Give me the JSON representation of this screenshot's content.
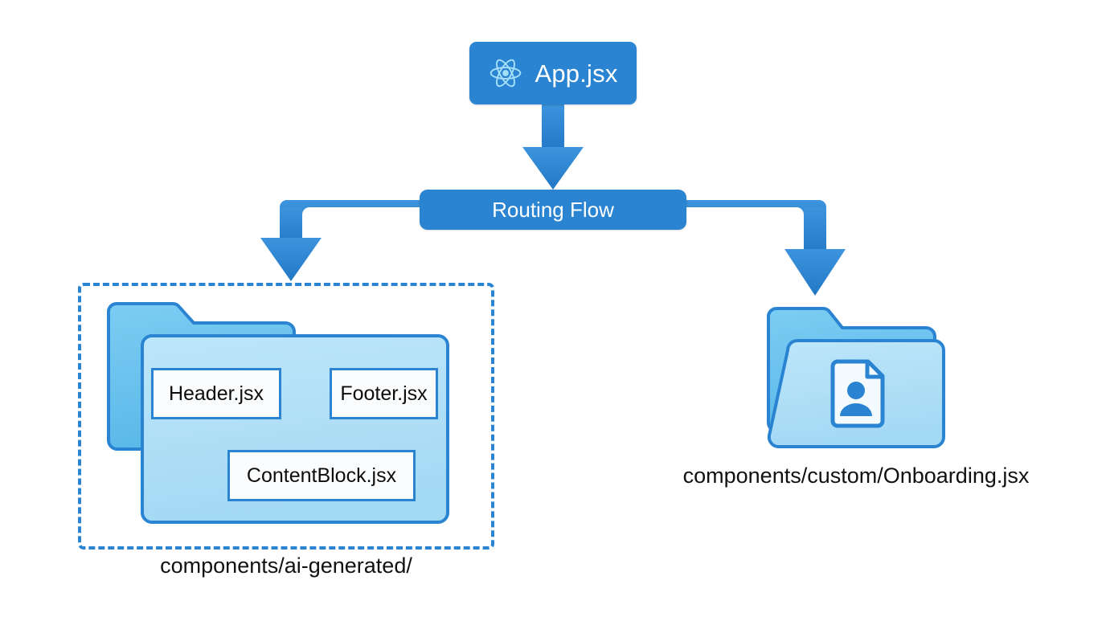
{
  "diagram": {
    "title": "React component architecture / routing flow",
    "background_color": "#ffffff",
    "colors": {
      "node_blue": "#2a84d2",
      "connector_blue": "#2a84d2",
      "folder_back_blue": "#6cc3ef",
      "folder_front_blue": "#b0dff7",
      "folder_stroke": "#2a84d2",
      "chip_fill": "#fbfcfd",
      "chip_border": "#2a84d2",
      "text_dark": "#111111",
      "text_on_blue": "#ffffff",
      "react_icon": "#9fdcf7"
    }
  },
  "root_node": {
    "label": "App.jsx",
    "icon": "react-logo-icon"
  },
  "router_node": {
    "label": "Routing Flow"
  },
  "connectors": [
    {
      "name": "app-to-router",
      "from": "App.jsx",
      "to": "Routing Flow",
      "direction": "down"
    },
    {
      "name": "router-to-ai-generated",
      "from": "Routing Flow",
      "to": "components/ai-generated/",
      "direction": "left-down"
    },
    {
      "name": "router-to-custom",
      "from": "Routing Flow",
      "to": "components/custom/Onboarding.jsx",
      "direction": "right-down"
    }
  ],
  "groups": [
    {
      "name": "ai-generated-group",
      "caption": "components/ai-generated/",
      "border_style": "dashed",
      "folders": [
        {
          "name": "folder-back",
          "fill": "#6cc3ef"
        },
        {
          "name": "folder-front",
          "fill": "#b0dff7"
        }
      ],
      "files": [
        {
          "label": "Header.jsx"
        },
        {
          "label": "Footer.jsx"
        },
        {
          "label": "ContentBlock.jsx"
        }
      ]
    },
    {
      "name": "custom-group",
      "caption": "components/custom/Onboarding.jsx",
      "border_style": "none",
      "folders": [
        {
          "name": "folder-back",
          "fill": "#6cc3ef"
        },
        {
          "name": "folder-front",
          "fill": "#b0dff7"
        }
      ],
      "icon": "document-user-icon",
      "files": []
    }
  ]
}
